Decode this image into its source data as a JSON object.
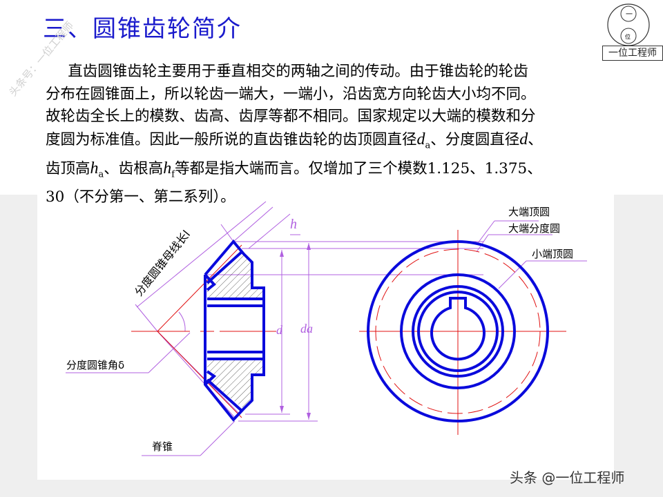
{
  "slide": {
    "title": "三、圆锥齿轮简介",
    "paragraph": {
      "line1": "直齿圆锥齿轮主要用于垂直相交的两轴之间的传动。由于锥齿轮的轮齿",
      "line2": "分布在圆锥面上，所以轮齿一端大，一端小，沿齿宽方向轮齿大小均不同。",
      "line3": "故轮齿全长上的模数、齿高、齿厚等都不相同。国家规定以大端的模数和分",
      "line4a": "度圆为标准值。因此一般所说的直齿锥齿轮的齿顶圆直径",
      "d": "d",
      "sub_a": "a",
      "line4b": "、分度圆直径",
      "line4c": "、",
      "line5a": "齿顶高",
      "h": "h",
      "line5b": "、齿根高",
      "sub_f": "f",
      "line5c": "等都是指大端而言。仅增加了三个模数1.125、1.375、",
      "line6": "30（不分第一、第二系列）。"
    }
  },
  "diagram": {
    "labels": {
      "generatrix": "分度圆锥母线长l",
      "h": "h",
      "d": "d",
      "da": "da",
      "pitch_angle": "分度圆锥角δ",
      "back_cone": "脊锥",
      "big_tip_circle": "大端顶圆",
      "big_pitch_circle": "大端分度圆",
      "small_tip_circle": "小端顶圆"
    },
    "colors": {
      "outline": "#0a0adc",
      "centerline": "#e01010",
      "dimension": "#b060e0",
      "title": "#1a1acc"
    }
  },
  "logo": {
    "text": "一位工程师",
    "top_glyph": "一",
    "bottom_glyph": "位"
  },
  "watermark": "头条号：一位工程师",
  "credit": "头条 @一位工程师"
}
